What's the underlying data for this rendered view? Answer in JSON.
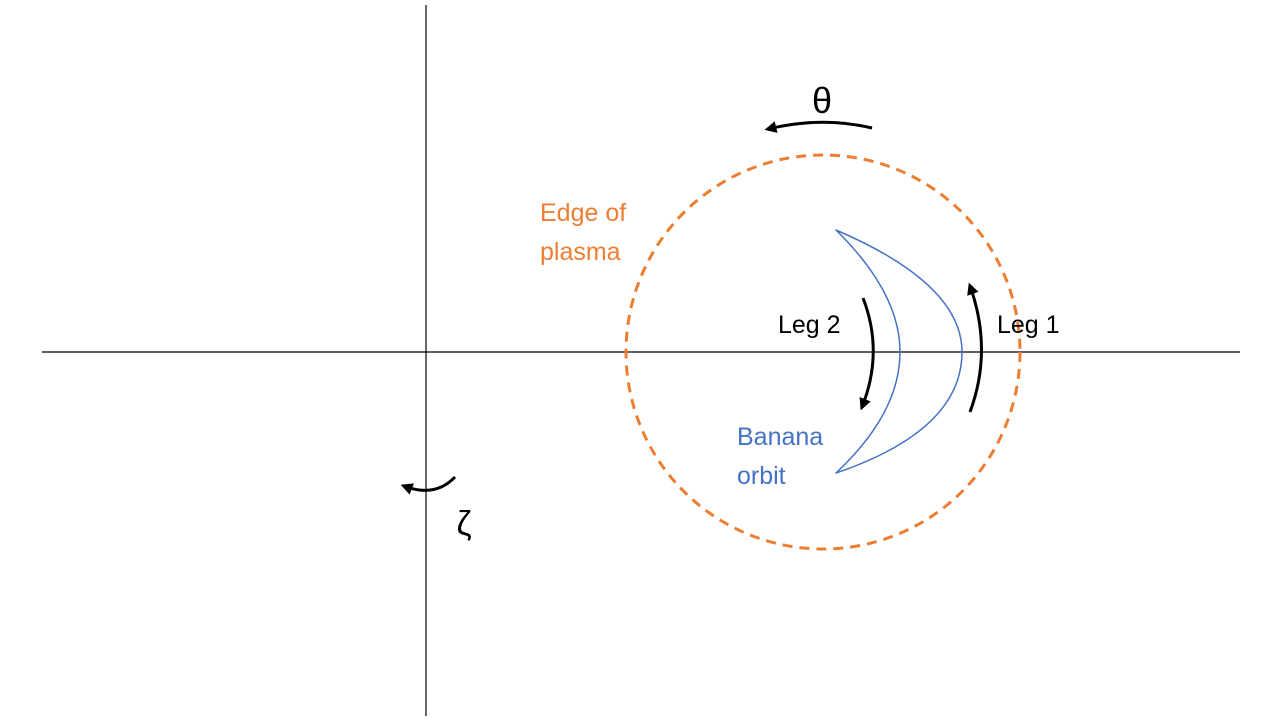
{
  "labels": {
    "theta": "θ",
    "zeta": "ζ",
    "edge_line1": "Edge of",
    "edge_line2": "plasma",
    "banana_line1": "Banana",
    "banana_line2": "orbit",
    "leg1": "Leg 1",
    "leg2": "Leg 2"
  },
  "colors": {
    "axis": "#000000",
    "edge": "#ED7D31",
    "orbit": "#4472C4",
    "arrow": "#000000",
    "text": "#000000"
  }
}
